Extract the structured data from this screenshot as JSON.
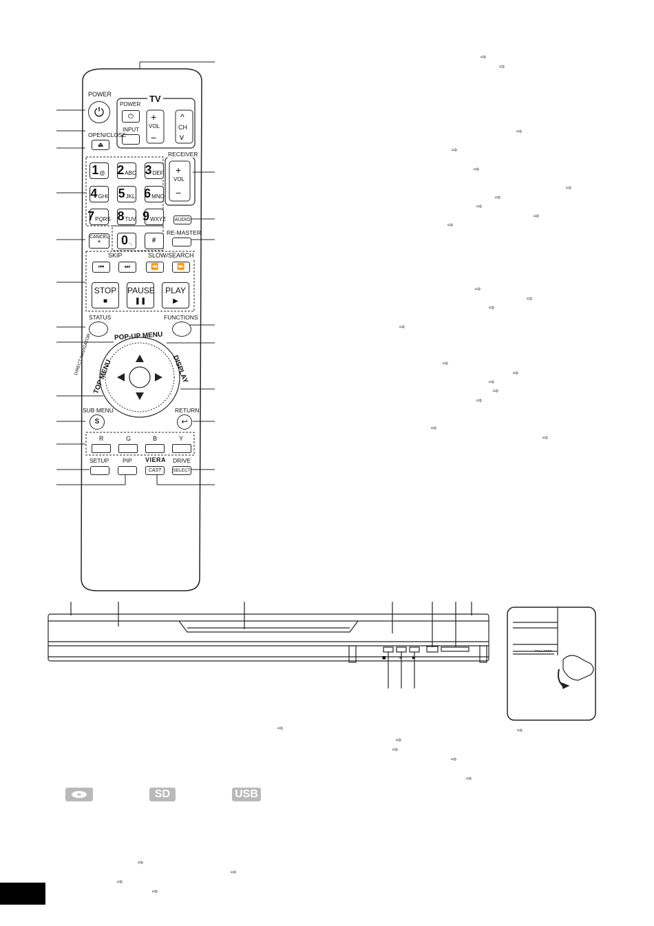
{
  "remote": {
    "power": "POWER",
    "tv_header": "TV",
    "tv_power": "POWER",
    "tv_input": "INPUT",
    "tv_vol": "VOL",
    "tv_ch": "CH",
    "open_close": "OPEN/CLOSE",
    "receiver": "RECEIVER",
    "receiver_vol": "VOL",
    "audio": "AUDIO",
    "re_master": "RE-MASTER",
    "cancel": "CANCEL",
    "cancel_symbol": "*",
    "skip": "SKIP",
    "slow_search": "SLOW/SEARCH",
    "stop": "STOP",
    "pause": "PAUSE",
    "play": "PLAY",
    "status": "STATUS",
    "functions": "FUNCTIONS",
    "popup_menu": "POP-UP MENU",
    "direct_navigator": "DIRECT NAVIGATOR",
    "top_menu": "TOP MENU",
    "display": "DISPLAY",
    "sub_menu": "SUB MENU",
    "sub_menu_key": "S",
    "return": "RETURN",
    "color_r": "R",
    "color_g": "G",
    "color_b": "B",
    "color_y": "Y",
    "setup": "SETUP",
    "pip": "PIP",
    "viera": "VIERA",
    "cast": "CAST",
    "drive": "DRIVE",
    "select": "SELECT",
    "numkeys": [
      {
        "n": "1",
        "s": "@."
      },
      {
        "n": "2",
        "s": "ABC"
      },
      {
        "n": "3",
        "s": "DEF"
      },
      {
        "n": "4",
        "s": "GHI"
      },
      {
        "n": "5",
        "s": "JKL"
      },
      {
        "n": "6",
        "s": "MNO"
      },
      {
        "n": "7",
        "s": "PQRS"
      },
      {
        "n": "8",
        "s": "TUV"
      },
      {
        "n": "9",
        "s": "WXYZ"
      },
      {
        "n": "0",
        "s": "-,"
      },
      {
        "n": "#",
        "s": ""
      }
    ]
  },
  "media_icons": {
    "sd": "SD",
    "usb": "USB"
  },
  "inset": {
    "pull_open": "PULL OPEN"
  },
  "reference_arrow": "⇨"
}
